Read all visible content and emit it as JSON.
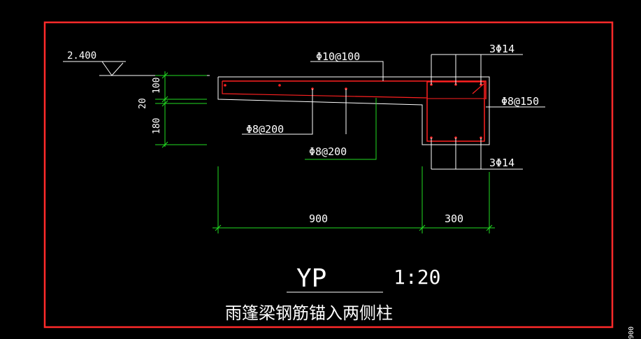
{
  "colors": {
    "background": "#000000",
    "frame": "#ff2a2a",
    "outline": "#ffffff",
    "rebar": "#ff2020",
    "dimension": "#22dd22",
    "text": "#ffffff"
  },
  "elevation": {
    "value": "2.400"
  },
  "section_dims": {
    "top": "100",
    "middle": "20",
    "bottom": "180"
  },
  "callouts": {
    "top_left": "Φ10@100",
    "top_right": "3Φ14",
    "right": "Φ8@150",
    "left_lower": "Φ8@200",
    "middle_lower": "Φ8@200",
    "bottom_right": "3Φ14"
  },
  "plan_dims": {
    "overhang": "900",
    "beam": "300"
  },
  "title": {
    "code": "YP",
    "scale": "1:20",
    "subtitle": "雨篷梁钢筋锚入两侧柱"
  },
  "edge_label": "900"
}
